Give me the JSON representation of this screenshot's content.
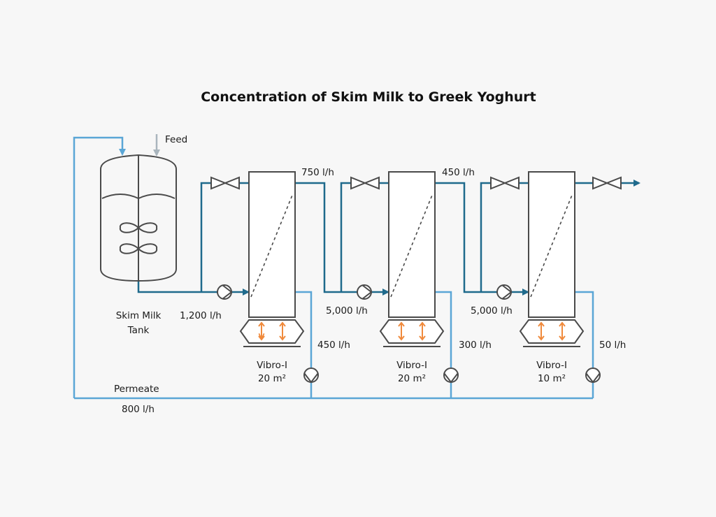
{
  "title": "Concentration of Skim Milk to Greek Yoghurt",
  "feed_label": "Feed",
  "tank": {
    "line1": "Skim Milk",
    "line2": "Tank"
  },
  "flows": {
    "feed_in": "1,200 l/h",
    "stage1_out": "750 l/h",
    "stage2_out": "450 l/h",
    "recirc2": "5,000 l/h",
    "recirc3": "5,000 l/h"
  },
  "permeate": {
    "label": "Permeate",
    "total": "800 l/h"
  },
  "stages": [
    {
      "name": "Vibro-I",
      "area": "20 m²",
      "permeate": "450 l/h"
    },
    {
      "name": "Vibro-I",
      "area": "20 m²",
      "permeate": "300 l/h"
    },
    {
      "name": "Vibro-I",
      "area": "10 m²",
      "permeate": "50 l/h"
    }
  ],
  "colors": {
    "retentate_pipe": "#1f6a8c",
    "permeate_pipe": "#5aa6d6",
    "equipment": "#4a4a4a",
    "vibration_arrows": "#f08a3c",
    "feed_arrow": "#a9b5bd"
  }
}
